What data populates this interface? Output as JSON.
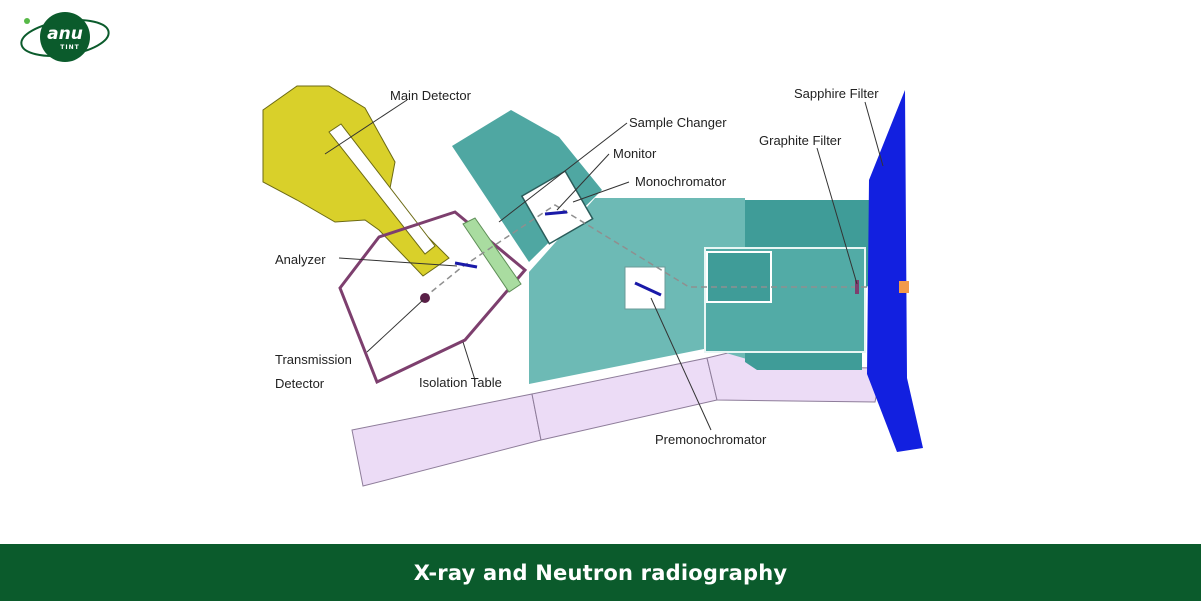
{
  "logo": {
    "text_main": "anu",
    "text_sub": "TINT"
  },
  "diagram": {
    "labels": {
      "main_detector": "Main Detector",
      "sample_changer": "Sample Changer",
      "monitor": "Monitor",
      "monochromator": "Monochromator",
      "sapphire_filter": "Sapphire Filter",
      "graphite_filter": "Graphite Filter",
      "analyzer": "Analyzer",
      "transmission": "Transmission",
      "detector": "Detector",
      "isolation_table": "Isolation Table",
      "premonochromator": "Premonochromator"
    },
    "colors": {
      "detector_yellow": "#d9d02a",
      "shield_teal": "#6dbab5",
      "block_teal": "#3f9c98",
      "filter_blue": "#1220e0",
      "table_outline": "#7d3f6e",
      "floor_lavender": "#ecdcf6",
      "analyzer_green": "#a9dca0"
    }
  },
  "caption": {
    "title": "X-ray and Neutron radiography"
  },
  "colors": {
    "brand_green": "#0b5b2c",
    "caption_text": "#ffffff"
  }
}
